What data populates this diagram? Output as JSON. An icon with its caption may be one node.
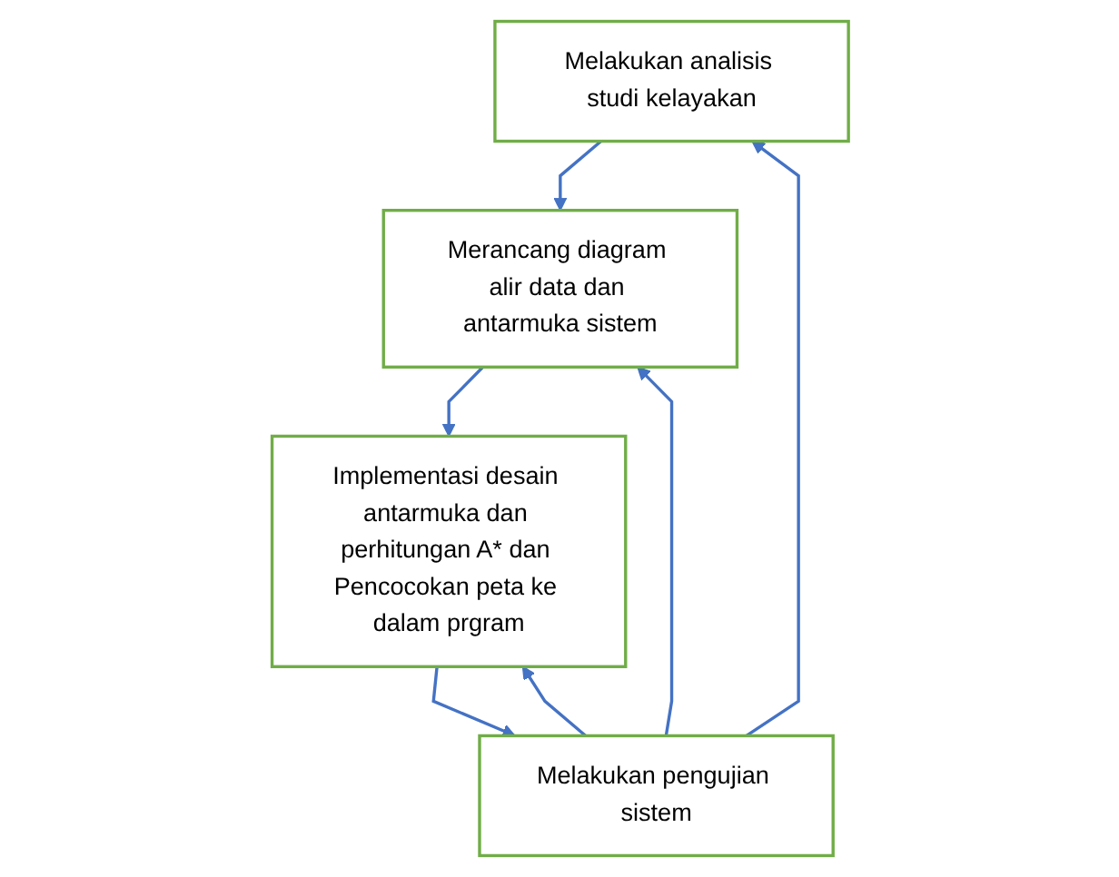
{
  "diagram": {
    "nodes": [
      {
        "text": [
          "Melakukan analisis studi kelayakan"
        ]
      },
      {
        "text": [
          "Merancang diagram alir data dan antarmuka sistem"
        ]
      },
      {
        "text": [
          "Implementasi desain antarmuka dan perhitungan A* dan Pencocokan peta ke dalam prgram"
        ]
      },
      {
        "text": [
          "Melakukan pengujian sistem"
        ]
      }
    ],
    "edges": [
      {
        "from": 0,
        "to": 1,
        "arrow": "to"
      },
      {
        "from": 1,
        "to": 2,
        "arrow": "to"
      },
      {
        "from": 2,
        "to": 3,
        "arrow": "to"
      },
      {
        "from": 3,
        "to": 0,
        "arrow": "to"
      },
      {
        "from": 3,
        "to": 1,
        "arrow": "to"
      },
      {
        "from": 3,
        "to": 2,
        "arrow": "to"
      }
    ]
  }
}
